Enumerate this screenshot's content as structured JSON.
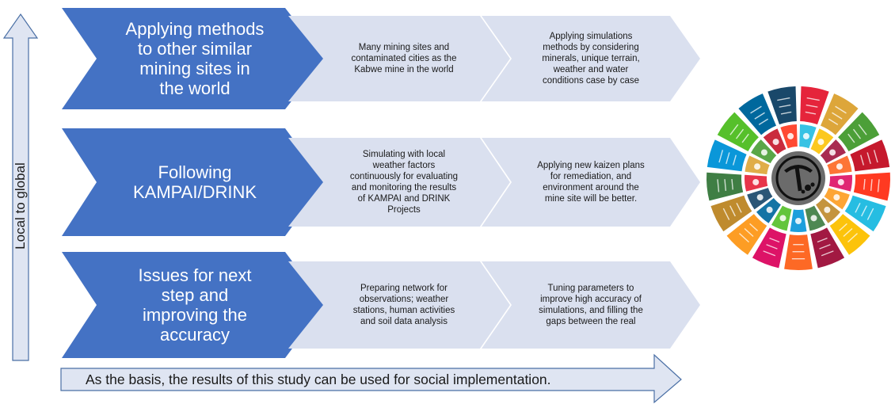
{
  "vertical_axis_label": "Local to global",
  "bottom_banner": "As the basis, the results of this study  can be used for social implementation.",
  "rows": [
    {
      "title_lines": [
        "Applying methods",
        "to other similar",
        "mining sites in",
        "the world"
      ],
      "step1_lines": [
        "Many mining sites and",
        "contaminated cities as the",
        "Kabwe mine in the world"
      ],
      "step2_lines": [
        "Applying simulations",
        "methods by considering",
        "minerals, unique terrain,",
        "weather and water",
        "conditions case by case"
      ]
    },
    {
      "title_lines": [
        "Following",
        "KAMPAI/DRINK"
      ],
      "step1_lines": [
        "Simulating with local",
        "weather factors",
        "continuously for evaluating",
        "and monitoring the results",
        "of KAMPAI and DRINK",
        "Projects"
      ],
      "step2_lines": [
        "Applying new kaizen plans",
        "for remediation, and",
        "environment around the",
        "mine site will be better."
      ]
    },
    {
      "title_lines": [
        "Issues for next",
        "step and",
        "improving the",
        "accuracy"
      ],
      "step1_lines": [
        "Preparing network for",
        "observations; weather",
        "stations, human activities",
        "and soil data analysis"
      ],
      "step2_lines": [
        "Tuning parameters to",
        "improve high accuracy of",
        "simulations, and filling the",
        "gaps between the real"
      ]
    }
  ],
  "colors": {
    "blue_chevron": "#4472c4",
    "grey_chevron": "#dae0ef",
    "arrow_fill": "#dfe5f2",
    "arrow_stroke": "#4a6fa5"
  },
  "sdg_wheel": {
    "center_icon": "pickaxe-icon",
    "segment_colors": [
      "#e5243b",
      "#dda63a",
      "#4c9f38",
      "#c5192d",
      "#ff3a21",
      "#26bde2",
      "#fcc30b",
      "#a21942",
      "#fd6925",
      "#dd1367",
      "#fd9d24",
      "#bf8b2e",
      "#3f7e44",
      "#0a97d9",
      "#56c02b",
      "#00689d",
      "#19486a"
    ]
  }
}
